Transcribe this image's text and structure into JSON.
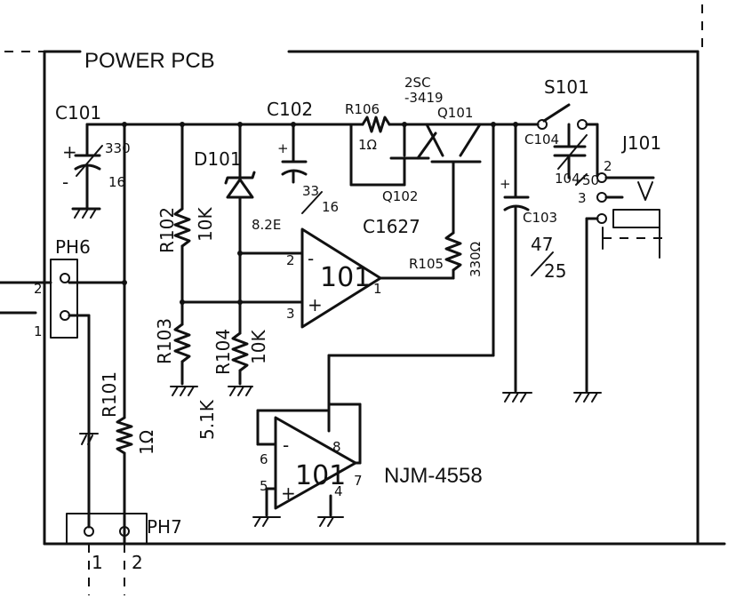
{
  "board": {
    "title": "POWER PCB"
  },
  "components": {
    "c101": {
      "ref": "C101",
      "value": "330",
      "rating": "16"
    },
    "c102": {
      "ref": "C102",
      "value": "33",
      "rating": "16"
    },
    "c103": {
      "ref": "C103",
      "value": "47",
      "rating": "25"
    },
    "c104": {
      "ref": "C104",
      "value": "104",
      "rating": "50"
    },
    "d101": {
      "ref": "D101",
      "value": "8.2E"
    },
    "r101": {
      "ref": "R101",
      "value": "1Ω"
    },
    "r102": {
      "ref": "R102",
      "value": "10K"
    },
    "r103": {
      "ref": "R103",
      "value": "5.1K"
    },
    "r104": {
      "ref": "R104",
      "value": "10K"
    },
    "r105": {
      "ref": "R105",
      "value": "330Ω"
    },
    "r106": {
      "ref": "R106",
      "value": "1Ω"
    },
    "q101": {
      "ref": "Q101",
      "type_line1": "2SC",
      "type_line2": "-3419"
    },
    "q102": {
      "ref": "Q102",
      "type": "C1627"
    },
    "s101": {
      "ref": "S101"
    },
    "j101": {
      "ref": "J101",
      "pins": [
        "2",
        "3"
      ]
    },
    "ic_upper": {
      "ref": "101",
      "pins": {
        "inverting": "2",
        "non_inverting": "3",
        "output": "1"
      }
    },
    "ic_lower": {
      "ref": "101",
      "part": "NJM-4558",
      "pins": {
        "inverting": "6",
        "non_inverting": "5",
        "output": "7",
        "vplus": "8",
        "vminus": "4"
      }
    },
    "ph6": {
      "ref": "PH6",
      "pins": [
        "2",
        "1"
      ]
    },
    "ph7": {
      "ref": "PH7",
      "pins": [
        "1",
        "2"
      ]
    }
  },
  "marks": {
    "plus": "+",
    "minus": "-"
  }
}
